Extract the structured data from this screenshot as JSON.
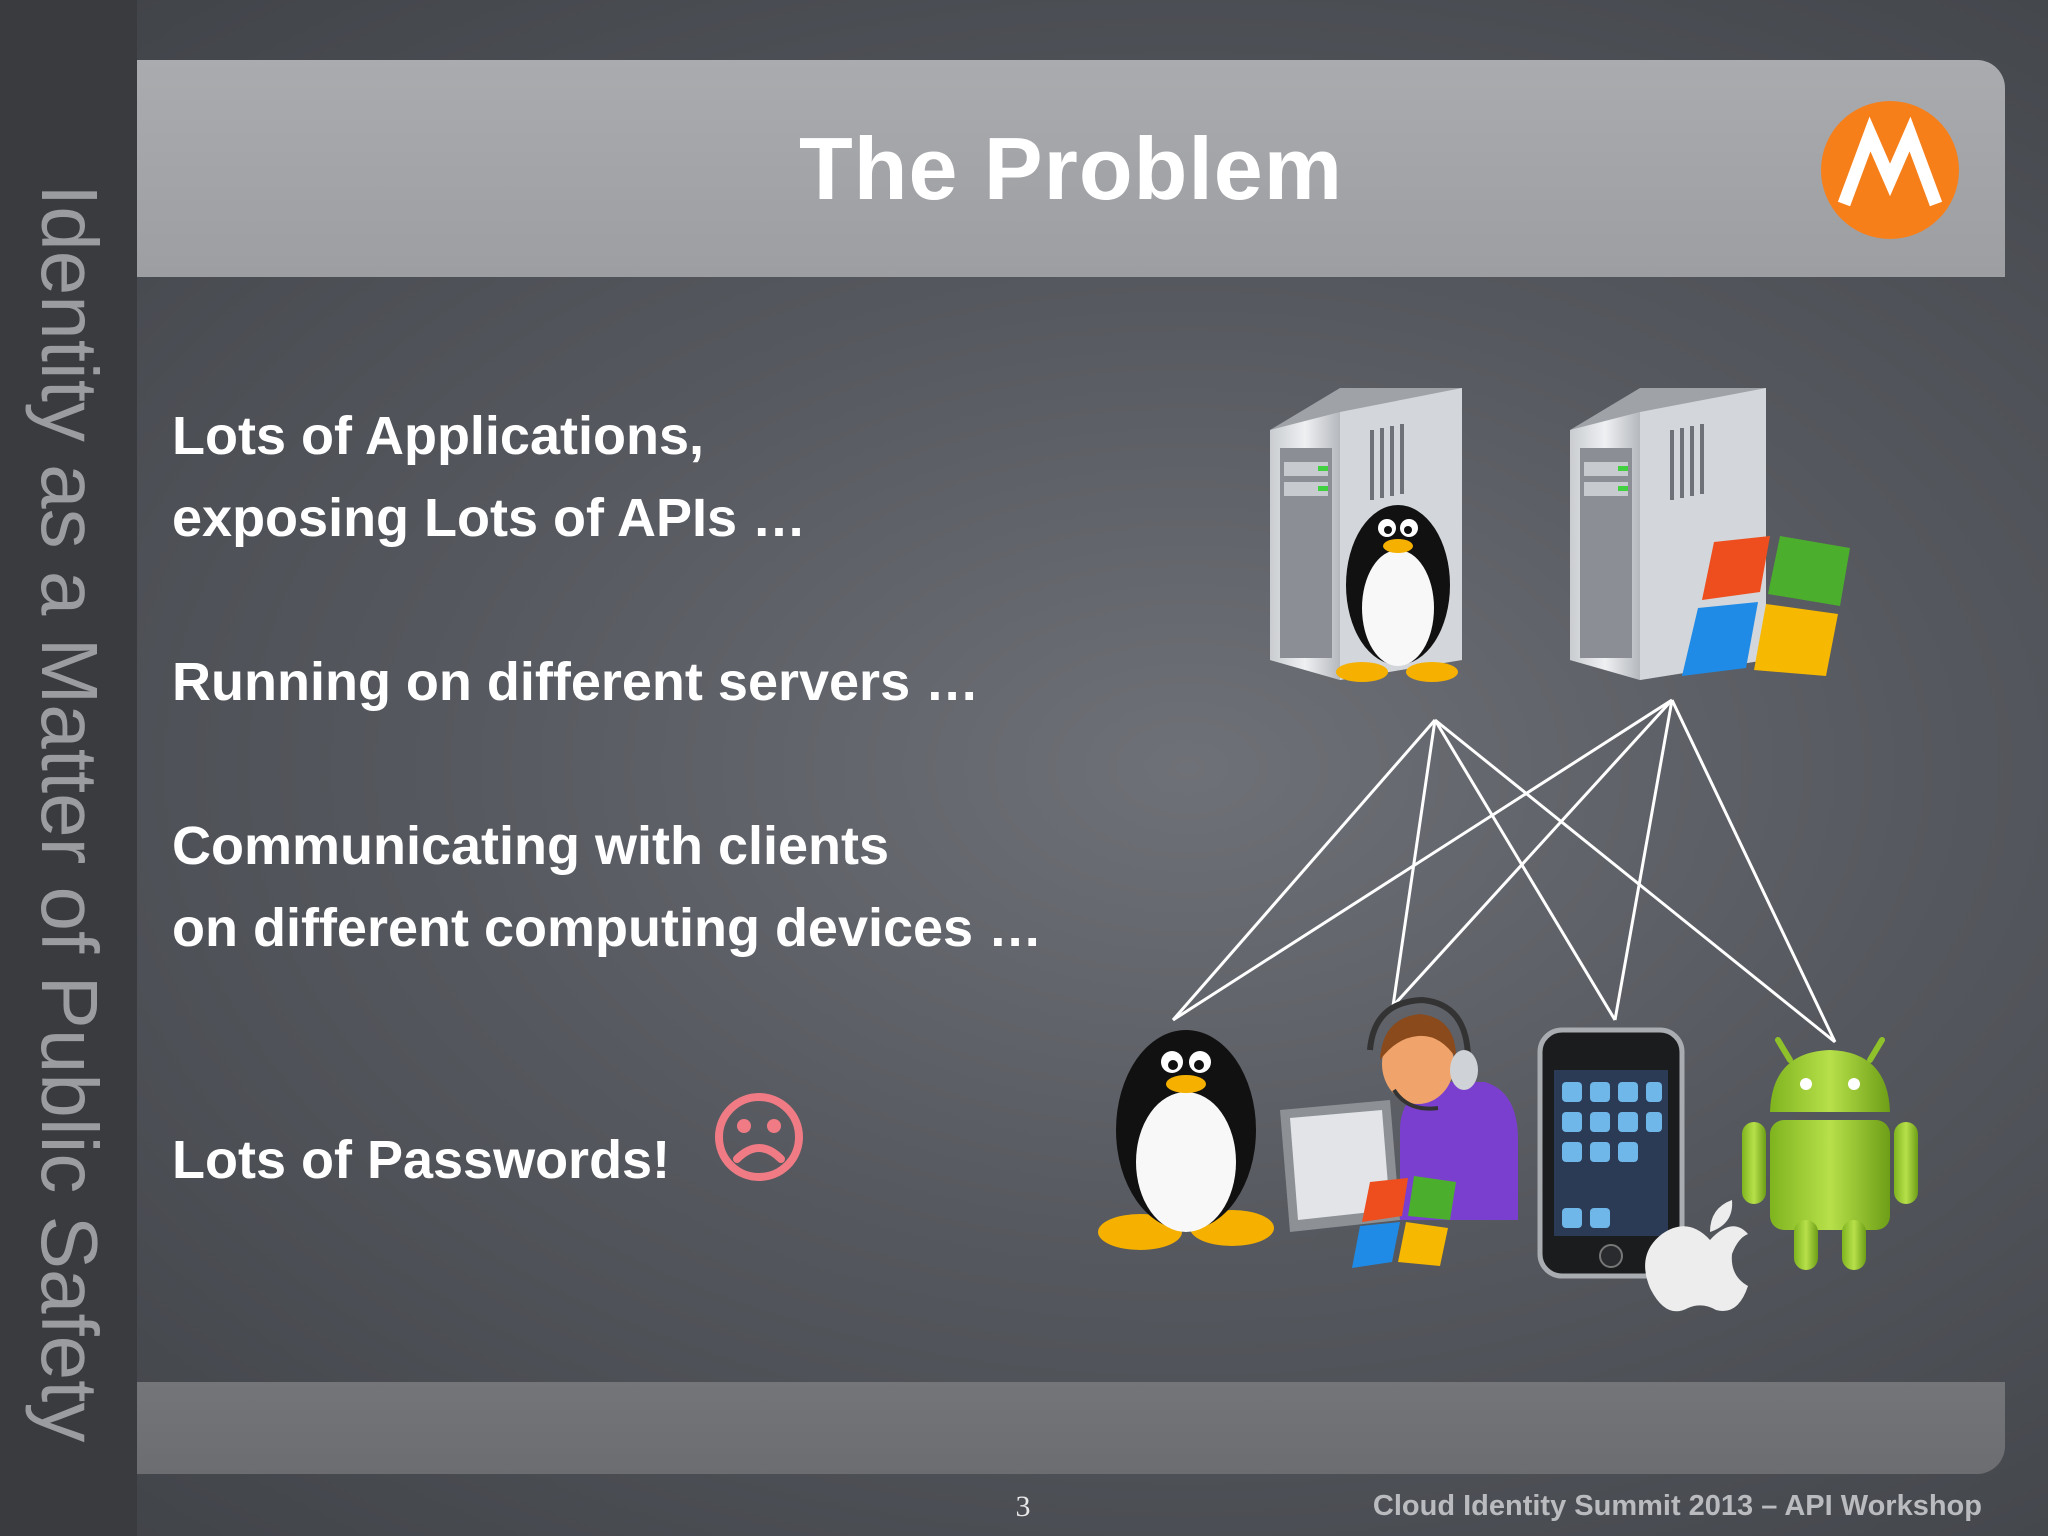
{
  "sidebar": {
    "text": "Identity as a Matter of Public Safety"
  },
  "slide": {
    "title": "The Problem"
  },
  "bullets": {
    "line1": "Lots of Applications,",
    "line2": "exposing Lots of APIs …",
    "line3": "Running on different servers …",
    "line4": "Communicating with clients",
    "line5": "on different computing devices …",
    "line6": "Lots of Passwords!"
  },
  "footer": {
    "page_number": "3",
    "text": "Cloud Identity Summit 2013 – API Workshop"
  },
  "icons": {
    "logo": "motorola-logo-icon",
    "sad": "sad-face-icon",
    "servers": [
      "linux-server-icon",
      "windows-server-icon"
    ],
    "clients": [
      "linux-client-icon",
      "windows-desktop-user-icon",
      "iphone-icon",
      "android-icon"
    ]
  },
  "colors": {
    "accent_orange": "#f77f1a",
    "sad_face": "#f07b84",
    "title_bar": "#a3a5a8",
    "sidebar": "#3a3b3e"
  }
}
